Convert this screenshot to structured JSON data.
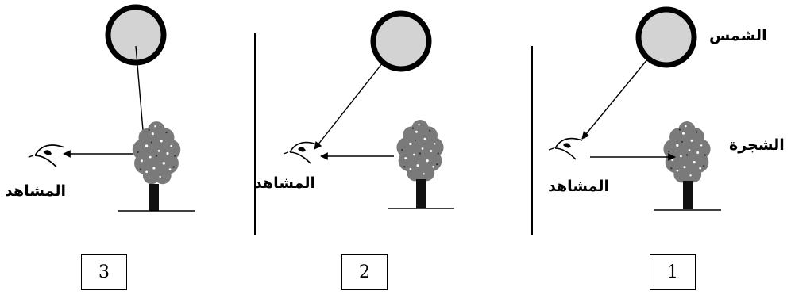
{
  "labels": {
    "sun": "الشمس",
    "tree": "الشجرة",
    "observer": "المشاهد"
  },
  "panels": [
    {
      "number": "1"
    },
    {
      "number": "2"
    },
    {
      "number": "3"
    }
  ]
}
